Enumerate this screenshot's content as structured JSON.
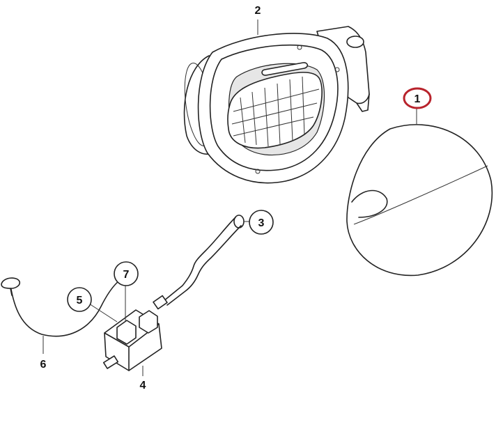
{
  "diagram": {
    "callouts": [
      {
        "id": "2",
        "text": "2",
        "circled": false,
        "highlighted": false
      },
      {
        "id": "1",
        "text": "1",
        "circled": true,
        "highlighted": true
      },
      {
        "id": "3",
        "text": "3",
        "circled": true,
        "highlighted": false
      },
      {
        "id": "7",
        "text": "7",
        "circled": true,
        "highlighted": false
      },
      {
        "id": "5",
        "text": "5",
        "circled": true,
        "highlighted": false
      },
      {
        "id": "6",
        "text": "6",
        "circled": false,
        "highlighted": false
      },
      {
        "id": "4",
        "text": "4",
        "circled": false,
        "highlighted": false
      }
    ],
    "colors": {
      "line": "#222222",
      "highlight": "#b8232c",
      "background": "#ffffff"
    }
  }
}
